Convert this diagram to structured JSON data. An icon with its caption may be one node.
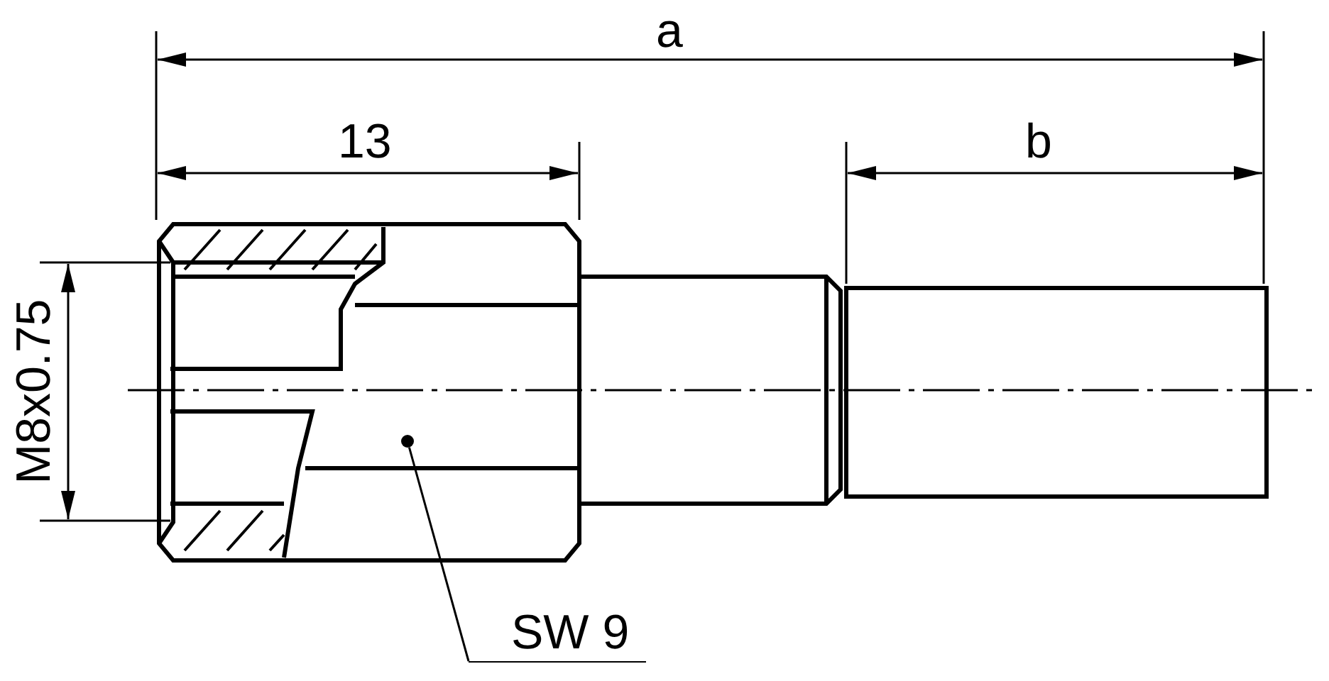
{
  "diagram": {
    "nodes": [
      {
        "text": [
          "SW 9"
        ]
      },
      {
        "text": [],
        "shape": "circle"
      }
    ],
    "edges": [
      {
        "from": 0,
        "to": 1,
        "arrow": "none"
      }
    ],
    "labels": [
      "a",
      "13",
      "b",
      "M8x0.75"
    ]
  }
}
